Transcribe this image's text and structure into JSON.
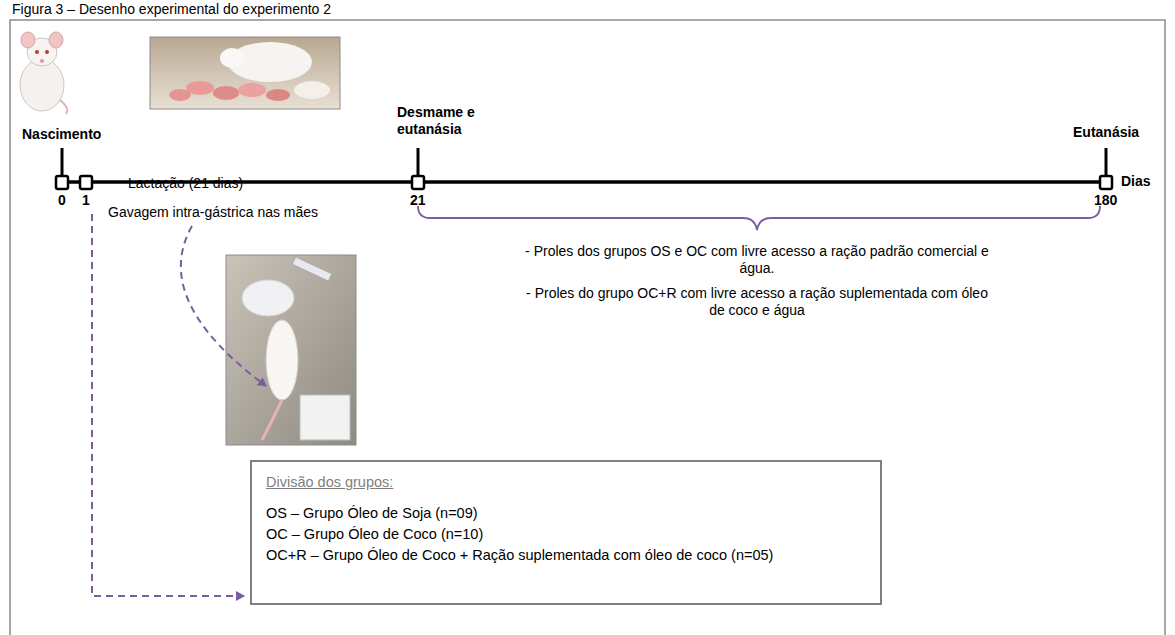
{
  "diagram": {
    "title": "Figura 3 – Desenho experimental do experimento 2",
    "nodes": [
      {
        "text": [
          "Divisão dos grupos:",
          "OS – Grupo Óleo de Soja (n=09)",
          "OC – Grupo Óleo de Coco (n=10)",
          "OC+R – Grupo Óleo de Coco + Ração suplementada com óleo de coco (n=05)"
        ]
      }
    ],
    "labels": [
      "Nascimento",
      "Desmame e eutanásia",
      "Eutanásia",
      "Dias",
      "0",
      "1",
      "21",
      "180",
      "Lactação (21 dias)",
      "Gavagem intra-gástrica nas mães",
      "- Proles dos grupos OS e OC com livre acesso a ração padrão comercial e água.",
      "- Proles do grupo OC+R com livre acesso a ração suplementada com óleo de coco e água"
    ]
  }
}
